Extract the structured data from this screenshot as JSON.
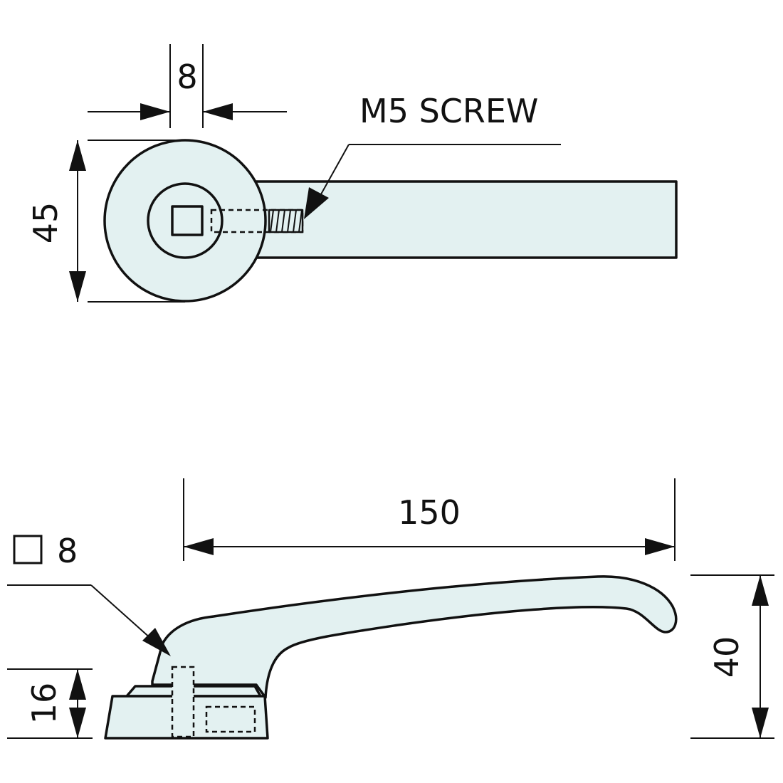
{
  "colors": {
    "part_fill": "#e3f1f1",
    "line": "#111111"
  },
  "top_view": {
    "dim_width_label": "8",
    "dim_height_label": "45",
    "callout_label": "M5 SCREW"
  },
  "side_view": {
    "dim_length_label": "150",
    "dim_height_label": "40",
    "dim_base_label": "16",
    "square_callout_label": "8"
  }
}
